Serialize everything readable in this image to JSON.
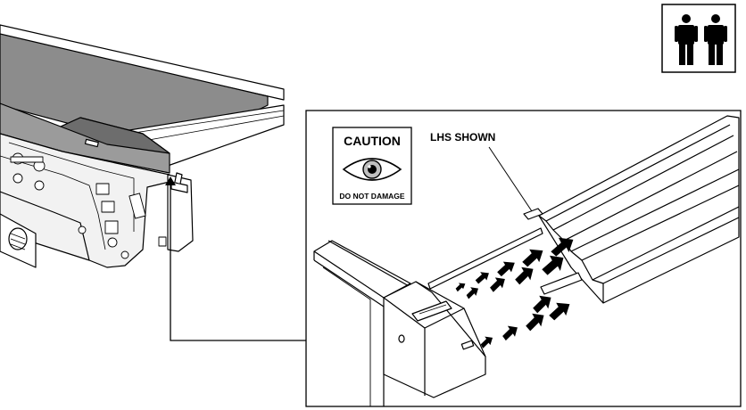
{
  "people_icon": {
    "name": "two-person-assembly-icon"
  },
  "caution_box": {
    "title": "CAUTION",
    "icon": "eye-icon",
    "footer": "DO NOT DAMAGE"
  },
  "detail_label": "LHS SHOWN",
  "colors": {
    "line": "#000000",
    "running_belt": "#8c8c8c",
    "motor_cover": "#9b9b9b",
    "dark_cover": "#6d6d6d",
    "light_fill": "#f2f2f2",
    "background": "#ffffff"
  }
}
